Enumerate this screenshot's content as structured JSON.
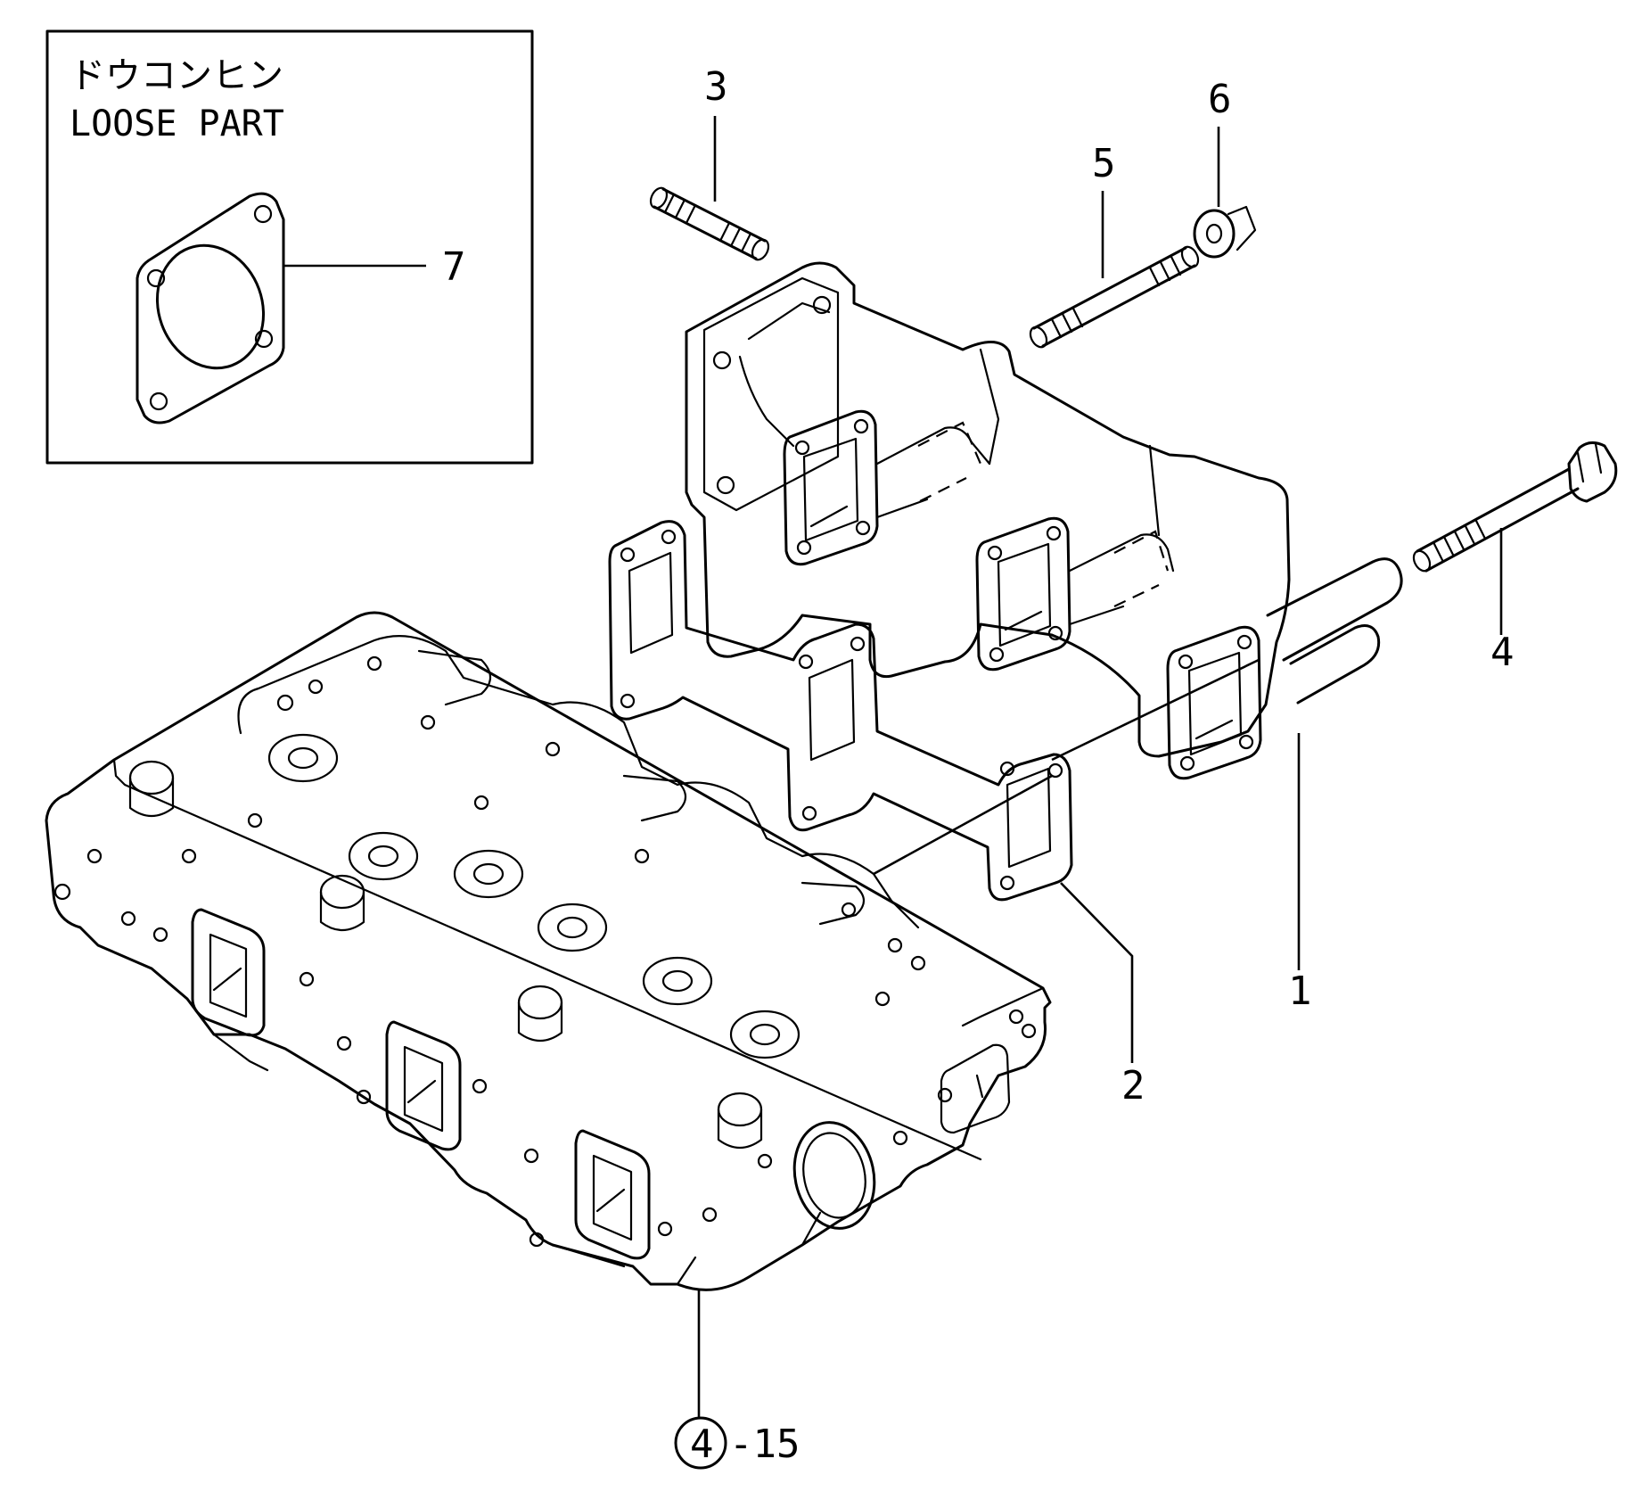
{
  "loose_part_box": {
    "title_jp": "ドウコンヒン",
    "title_en": "LOOSE PART"
  },
  "callouts": {
    "c1": "1",
    "c2": "2",
    "c3": "3",
    "c4": "4",
    "c5": "5",
    "c6": "6",
    "c7": "7"
  },
  "reference": {
    "circled": "4",
    "suffix": "-15"
  }
}
